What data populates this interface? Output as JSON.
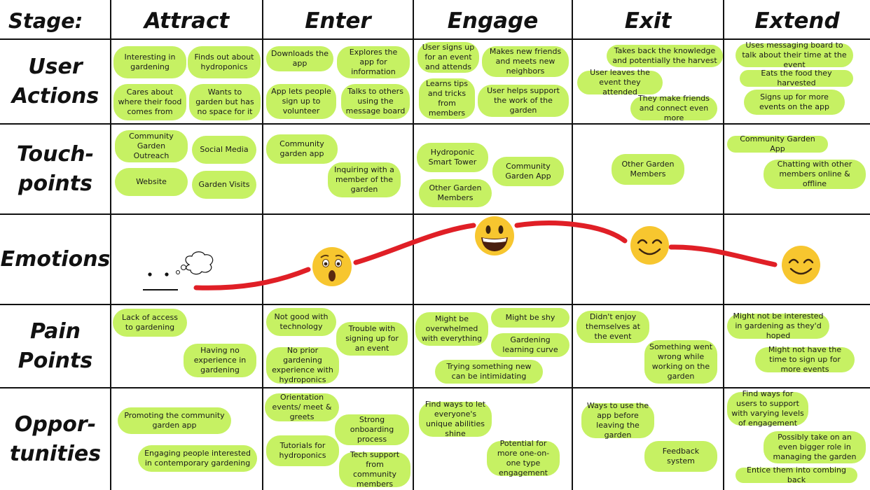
{
  "stages": {
    "label": "Stage:",
    "columns": [
      "Attract",
      "Enter",
      "Engage",
      "Exit",
      "Extend"
    ]
  },
  "rows": {
    "user_actions": [
      "User",
      "Actions"
    ],
    "touchpoints": [
      "Touch-",
      "points"
    ],
    "emotions": [
      "Emotions"
    ],
    "pain_points": [
      "Pain",
      "Points"
    ],
    "opportunities": [
      "Oppor-",
      "tunities"
    ]
  },
  "notes": {
    "ua_attract_1": "Interesting in gardening",
    "ua_attract_2": "Finds out about hydroponics",
    "ua_attract_3": "Cares about where their food comes from",
    "ua_attract_4": "Wants to garden but has no space for it",
    "ua_enter_1": "Downloads the app",
    "ua_enter_2": "Explores the app for information",
    "ua_enter_3": "App lets people sign up to volunteer",
    "ua_enter_4": "Talks to others using the message board",
    "ua_engage_1": "User signs up for an event and attends",
    "ua_engage_2": "Makes new friends and meets new neighbors",
    "ua_engage_3": "Learns tips and tricks from members",
    "ua_engage_4": "User helps support the work of the garden",
    "ua_exit_1": "Takes back the knowledge and potentially the harvest",
    "ua_exit_2": "User leaves the event they attended",
    "ua_exit_3": "They make friends and connect even more",
    "ua_extend_1": "Uses messaging board to talk about their time at the event",
    "ua_extend_2": "Eats the food they harvested",
    "ua_extend_3": "Signs up for more events on the app",
    "tp_attract_1": "Community Garden Outreach",
    "tp_attract_2": "Social Media",
    "tp_attract_3": "Website",
    "tp_attract_4": "Garden Visits",
    "tp_enter_1": "Community garden app",
    "tp_enter_2": "Inquiring with a member of the garden",
    "tp_engage_1": "Hydroponic Smart Tower",
    "tp_engage_2": "Community Garden App",
    "tp_engage_3": "Other Garden Members",
    "tp_exit_1": "Other Garden Members",
    "tp_extend_1": "Community Garden App",
    "tp_extend_2": "Chatting with other members online & offline",
    "pp_attract_1": "Lack of access to gardening",
    "pp_attract_2": "Having no experience in gardening",
    "pp_enter_1": "Not good with technology",
    "pp_enter_2": "Trouble with signing up for an event",
    "pp_enter_3": "No prior gardening experience with hydroponics",
    "pp_engage_1": "Might be overwhelmed with everything",
    "pp_engage_2": "Might be shy",
    "pp_engage_3": "Gardening learning curve",
    "pp_engage_4": "Trying something new can be intimidating",
    "pp_exit_1": "Didn't enjoy themselves at the event",
    "pp_exit_2": "Something went wrong while working on the garden",
    "pp_extend_1": "Might not be interested in gardening as they'd hoped",
    "pp_extend_2": "Might not have the time to sign up for more events",
    "op_attract_1": "Promoting the community garden app",
    "op_attract_2": "Engaging people interested in contemporary gardening",
    "op_enter_1": "Orientation events/ meet & greets",
    "op_enter_2": "Strong onboarding process",
    "op_enter_3": "Tutorials for hydroponics",
    "op_enter_4": "Tech support from community members",
    "op_engage_1": "Find ways to let everyone's unique abilities shine",
    "op_engage_2": "Potential for more one-on-one type engagement",
    "op_exit_1": "Ways to use the app before leaving the garden",
    "op_exit_2": "Feedback system",
    "op_extend_1": "Find ways for users to support with varying levels of engagement",
    "op_extend_2": "Possibly take on an even bigger role in managing the garden",
    "op_extend_3": "Entice them into combing back"
  },
  "emotions": {
    "attract": "neutral-thinking",
    "enter": "surprised",
    "engage": "grinning",
    "exit": "smiling",
    "extend": "smiling"
  },
  "colors": {
    "sticky": "#c6f163",
    "line": "#e01f26",
    "emoji": "#f7c62f"
  }
}
